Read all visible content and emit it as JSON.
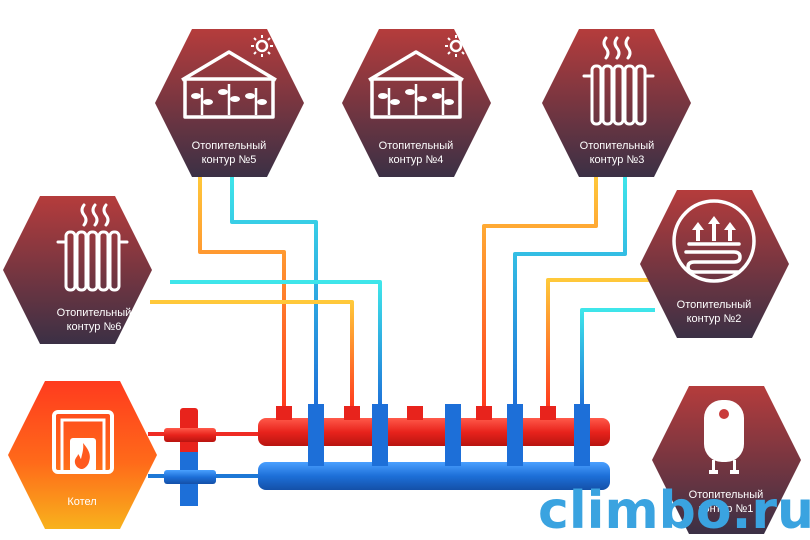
{
  "circuits": [
    {
      "id": "c5",
      "line1": "Отопительный",
      "line2": "контур  №5",
      "icon": "greenhouse-icon"
    },
    {
      "id": "c4",
      "line1": "Отопительный",
      "line2": "контур  №4",
      "icon": "greenhouse-icon"
    },
    {
      "id": "c3",
      "line1": "Отопительный",
      "line2": "контур  №3",
      "icon": "radiator-icon"
    },
    {
      "id": "c6",
      "line1": "Отопительный",
      "line2": "контур  №6",
      "icon": "radiator-icon"
    },
    {
      "id": "c2",
      "line1": "Отопительный",
      "line2": "контур  №2",
      "icon": "underfloor-heating-icon"
    },
    {
      "id": "c1",
      "line1": "Отопительный",
      "line2": "контур  №1",
      "icon": "water-heater-icon"
    }
  ],
  "boiler": {
    "label": "Котел",
    "icon": "flame-icon"
  },
  "watermark": "climbo.ru",
  "colors": {
    "hex_top": "#b03a3a",
    "hex_bottom": "#3c3046",
    "boiler_top": "#ff5a1e",
    "boiler_bottom": "#f6b21a",
    "supply": "#ef2b24",
    "return": "#1d78d6",
    "riser_hot_top": "#ffc93a",
    "riser_cold_top": "#3fe3e8"
  }
}
